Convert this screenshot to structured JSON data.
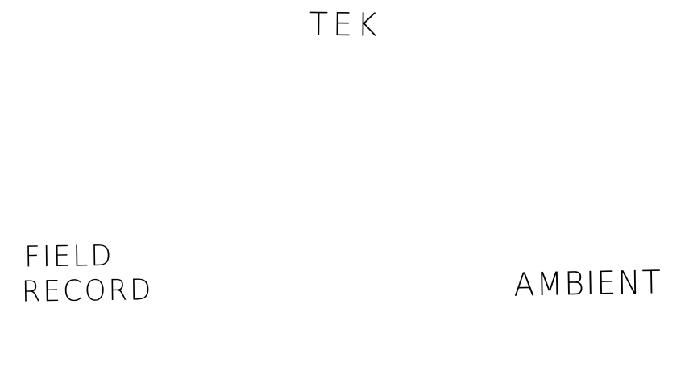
{
  "diagram": {
    "labels": {
      "top": "TEK",
      "left_line_1": "FIELD",
      "left_line_2": "RECORD",
      "right": "AMBIENT"
    },
    "colors": {
      "background": "#ffffff",
      "ink": "#000000"
    }
  }
}
